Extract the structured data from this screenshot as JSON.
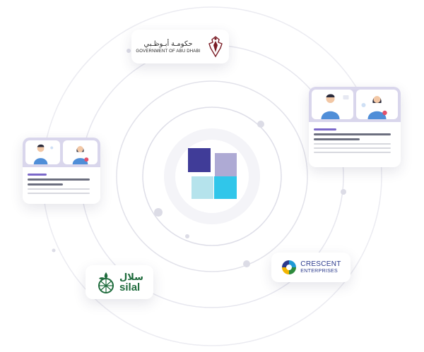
{
  "colors": {
    "orbit": "#ebebf1",
    "dot": "#dddde6",
    "navy": "#403c98",
    "lavender": "#aeaad4",
    "pale_blue": "#b5e3ec",
    "cyan": "#30c6ea",
    "call_header": "#d9d6ec",
    "accent_purple": "#7b68c9",
    "silal_green": "#1e6b3c",
    "crescent_blue": "#2b3a8c"
  },
  "logos": {
    "government": {
      "arabic": "حكومـة أبـوظـبي",
      "english": "GOVERNMENT OF ABU DHABI",
      "icon": "falcon-emblem-icon"
    },
    "silal": {
      "arabic": "سلال",
      "english": "silal",
      "icon": "globe-leaf-icon"
    },
    "crescent": {
      "name": "CRESCENT",
      "sub": "ENTERPRISES",
      "icon": "crescent-swirl-icon"
    }
  },
  "center": {
    "icon": "four-squares-logo-icon"
  },
  "video_calls": {
    "left": {
      "icon": "video-call-icon",
      "participants": 2
    },
    "right": {
      "icon": "video-call-icon",
      "participants": 2
    }
  }
}
